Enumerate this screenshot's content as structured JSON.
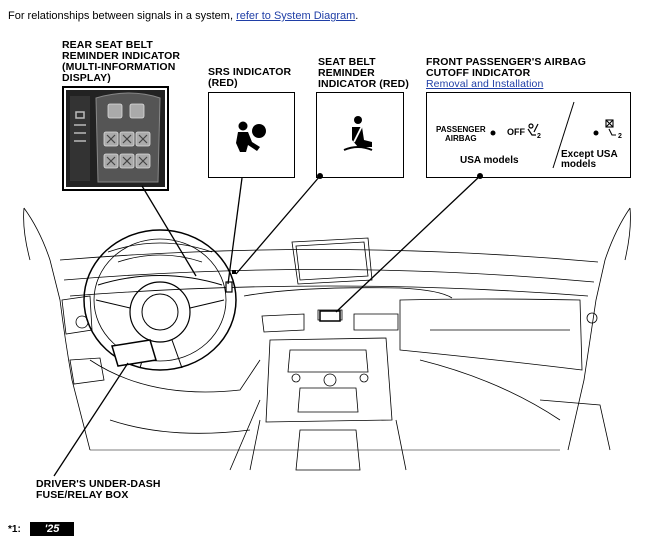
{
  "intro": {
    "text": "For relationships between signals in a system,",
    "link": "refer to System Diagram",
    "period": "."
  },
  "labels": {
    "rear_seat_belt": [
      "REAR SEAT BELT",
      "REMINDER INDICATOR",
      "(MULTI-INFORMATION",
      "DISPLAY)"
    ],
    "srs": [
      "SRS INDICATOR",
      "(RED)"
    ],
    "seat_belt": [
      "SEAT BELT",
      "REMINDER",
      "INDICATOR (RED)"
    ],
    "front_airbag": [
      "FRONT PASSENGER'S AIRBAG",
      "CUTOFF INDICATOR"
    ],
    "front_airbag_link": "Removal and Installation",
    "fuse_box": [
      "DRIVER'S UNDER-DASH",
      "FUSE/RELAY BOX"
    ]
  },
  "airbag_panel": {
    "passenger": "PASSENGER",
    "airbag": "AIRBAG",
    "off": "OFF",
    "sub": "2",
    "usa": "USA models",
    "except_line1": "Except USA",
    "except_line2": "models"
  },
  "footnote": {
    "label": "*1:",
    "badge": "'25"
  }
}
